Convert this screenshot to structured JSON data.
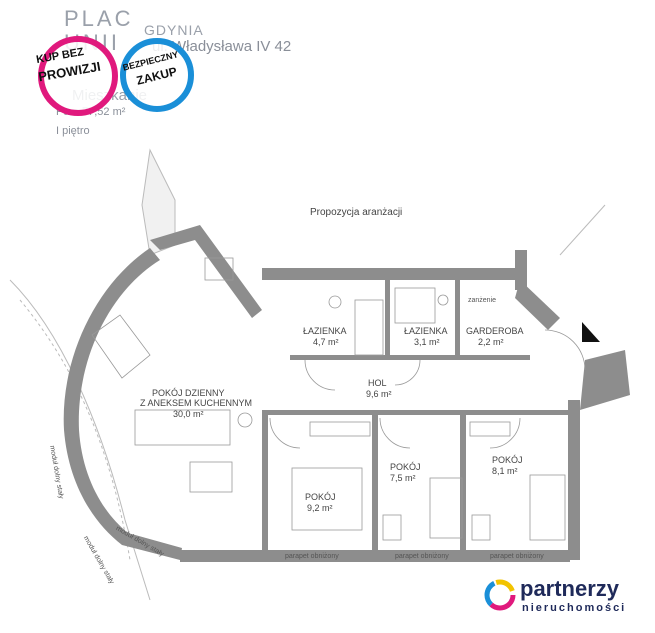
{
  "header": {
    "logo_line1": "PLAC",
    "logo_line2": "UNII",
    "city": "GDYNIA",
    "street": "ul. Władysława IV 42",
    "flat": "Mieszkanie",
    "area": "Pu = 77,52 m²",
    "floor": "I piętro"
  },
  "badges": {
    "left_line1": "KUP BEZ",
    "left_line2": "PROWIZJI",
    "right_line1": "BEZPIECZNY",
    "right_line2": "ZAKUP",
    "left_color": "#e0197d",
    "right_color": "#1a8fd8"
  },
  "plan": {
    "proposal": "Propozycja aranżacji",
    "rooms": {
      "bath1_name": "ŁAZIENKA",
      "bath1_area": "4,7 m²",
      "bath2_name": "ŁAZIENKA",
      "bath2_area": "3,1 m²",
      "wardrobe_name": "GARDEROBA",
      "wardrobe_area": "2,2 m²",
      "wardrobe_note": "zanżenie",
      "hall_name": "HOL",
      "hall_area": "9,6 m²",
      "living_line1": "POKÓJ DZIENNY",
      "living_line2": "Z ANEKSEM KUCHENNYM",
      "living_area": "30,0 m²",
      "room1_name": "POKÓJ",
      "room1_area": "9,2 m²",
      "room2_name": "POKÓJ",
      "room2_area": "7,5 m²",
      "room3_name": "POKÓJ",
      "room3_area": "8,1 m²"
    },
    "parapet_labels": [
      "parapet obniżony",
      "parapet obniżony",
      "parapet obniżony"
    ],
    "window_notes": [
      "moduł dolny stały",
      "moduł dolny stały",
      "moduł dolny stały"
    ]
  },
  "brand": {
    "name": "partnerzy",
    "sub": "nieruchomości",
    "colors": [
      "#e0197d",
      "#1a8fd8",
      "#f2c300",
      "#1f2a5a"
    ]
  }
}
